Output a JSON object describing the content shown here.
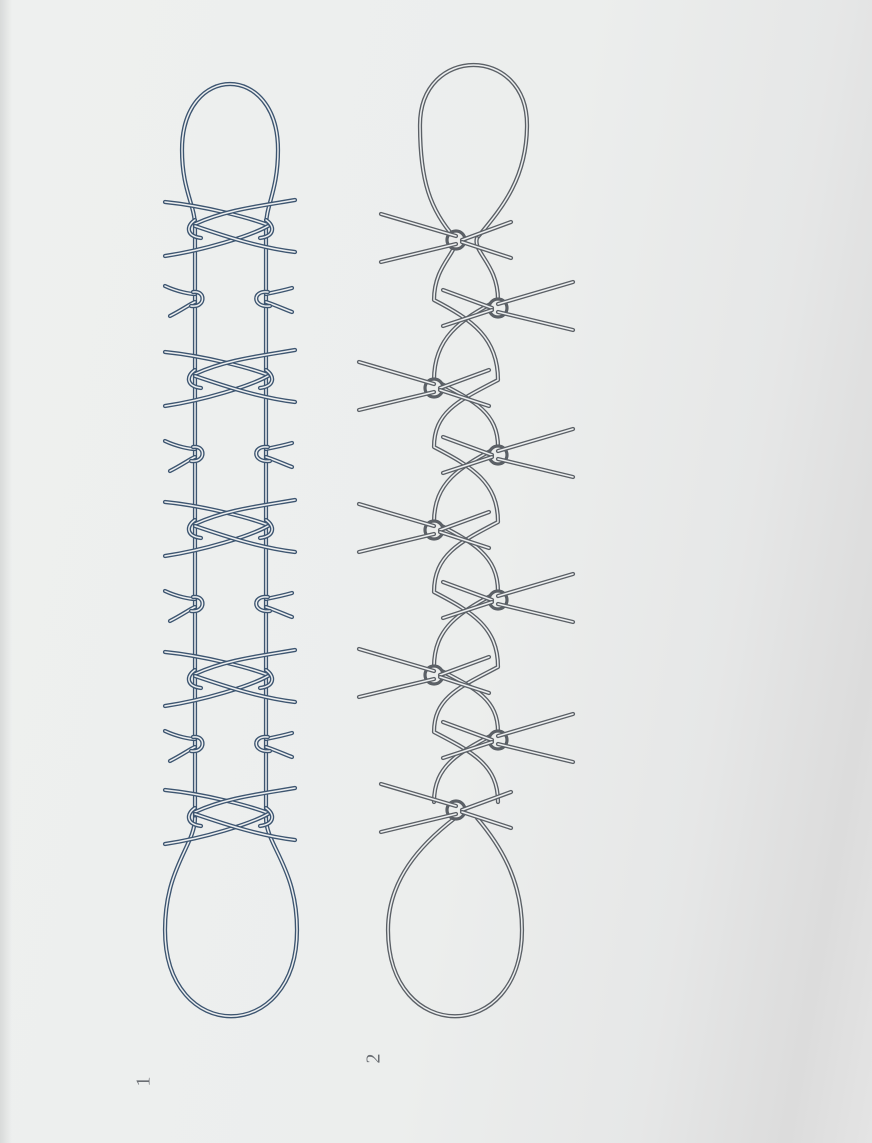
{
  "figure_labels": {
    "fig1": "1",
    "fig2": "2"
  },
  "colors": {
    "fig1_cord": "#3d5570",
    "fig2_cord": "#5b6066",
    "label": "#6a6e73"
  },
  "fig1_sides": [
    "L",
    "R",
    "L",
    "R",
    "L",
    "R",
    "L",
    "R",
    "L",
    "R",
    "L",
    "R",
    "L"
  ],
  "fig2_sides": [
    "L",
    "R",
    "L",
    "R",
    "L",
    "R",
    "L",
    "R",
    "L",
    "R",
    "L",
    "R",
    "L",
    "R"
  ]
}
